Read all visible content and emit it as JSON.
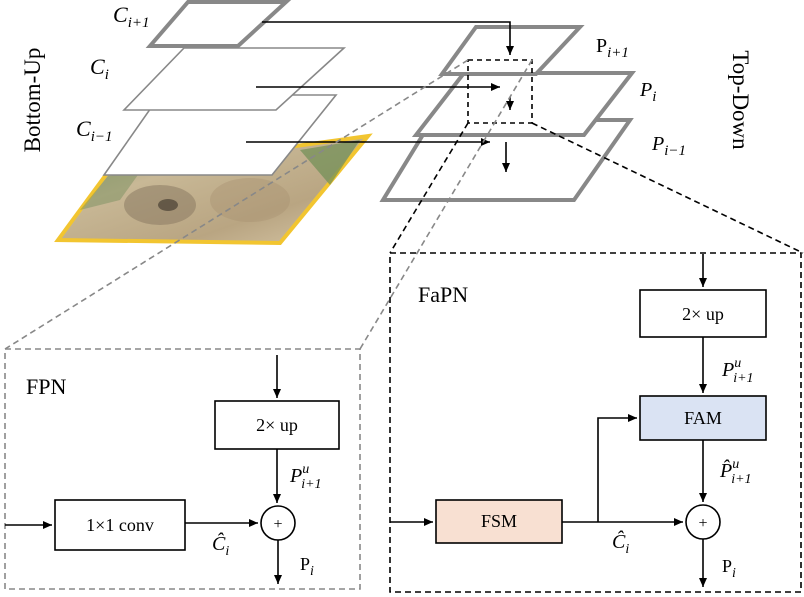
{
  "bottom_up": "Bottom-Up",
  "top_down": "Top-Down",
  "bottom_up_labels": {
    "upper": {
      "base": "C",
      "sub": "i+1"
    },
    "middle": {
      "base": "C",
      "sub": "i"
    },
    "lower": {
      "base": "C",
      "sub": "i−1"
    }
  },
  "top_down_labels": {
    "upper": {
      "base": "P",
      "sub": "i+1"
    },
    "middle": {
      "base": "P",
      "sub": "i"
    },
    "lower": {
      "base": "P",
      "sub": "i−1"
    }
  },
  "fpn": {
    "title": "FPN",
    "conv_label": "1×1 conv",
    "up_label": "2× up",
    "plus": "+",
    "p_up": {
      "base": "P",
      "sub": "i+1",
      "sup": "u"
    },
    "c_hat": {
      "base": "Ĉ",
      "sub": "i"
    },
    "p_out": {
      "base": "P",
      "sub": "i"
    }
  },
  "fapn": {
    "title": "FaPN",
    "up_label": "2× up",
    "fam_label": "FAM",
    "fsm_label": "FSM",
    "plus": "+",
    "p_up": {
      "base": "P",
      "sub": "i+1",
      "sup": "u"
    },
    "p_hat": {
      "base": "P̂",
      "sub": "i+1",
      "sup": "u"
    },
    "c_hat": {
      "base": "Ĉ",
      "sub": "i"
    },
    "p_out": {
      "base": "P",
      "sub": "i"
    }
  },
  "colors": {
    "fam_fill": "#dae3f3",
    "fsm_fill": "#f8e0d2",
    "photo_border": "#f2c530",
    "plane_stroke": "#888888"
  }
}
